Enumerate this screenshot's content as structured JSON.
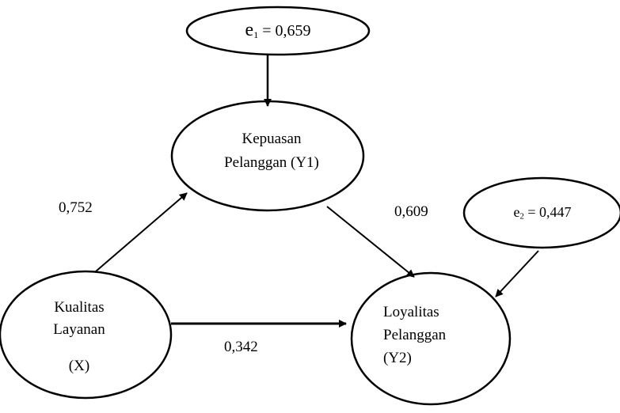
{
  "nodes": {
    "x": {
      "line1": "Kualitas",
      "line2": "Layanan",
      "line3": "(X)"
    },
    "y1": {
      "line1": "Kepuasan",
      "line2": "Pelanggan (Y1)"
    },
    "y2": {
      "line1": "Loyalitas",
      "line2": "Pelanggan",
      "line3": "(Y2)"
    }
  },
  "errors": {
    "e1": {
      "symbol": "e",
      "sub": "1",
      "value": "= 0,659"
    },
    "e2": {
      "symbol": "e",
      "sub": "2",
      "value": "= 0,447"
    }
  },
  "paths": {
    "x_to_y1": "0,752",
    "y1_to_y2": "0,609",
    "x_to_y2": "0,342"
  },
  "colors": {
    "stroke": "#000000",
    "background": "#ffffff",
    "text": "#000000"
  }
}
